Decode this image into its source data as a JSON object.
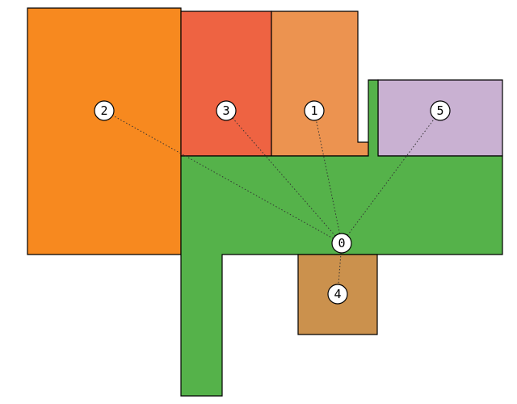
{
  "rooms": [
    {
      "id": "room-2",
      "label": "2",
      "color": "#F7891F"
    },
    {
      "id": "room-3",
      "label": "3",
      "color": "#EE6342"
    },
    {
      "id": "room-1",
      "label": "1",
      "color": "#EC9350"
    },
    {
      "id": "room-5",
      "label": "5",
      "color": "#C9B1D2"
    },
    {
      "id": "room-0",
      "label": "0",
      "color": "#55B24A"
    },
    {
      "id": "room-4",
      "label": "4",
      "color": "#CB914D"
    }
  ],
  "nodes": [
    {
      "label": "0"
    },
    {
      "label": "1"
    },
    {
      "label": "2"
    },
    {
      "label": "3"
    },
    {
      "label": "4"
    },
    {
      "label": "5"
    }
  ],
  "edges": [
    {
      "from": "0",
      "to": "1"
    },
    {
      "from": "0",
      "to": "2"
    },
    {
      "from": "0",
      "to": "3"
    },
    {
      "from": "0",
      "to": "4"
    },
    {
      "from": "0",
      "to": "5"
    }
  ]
}
